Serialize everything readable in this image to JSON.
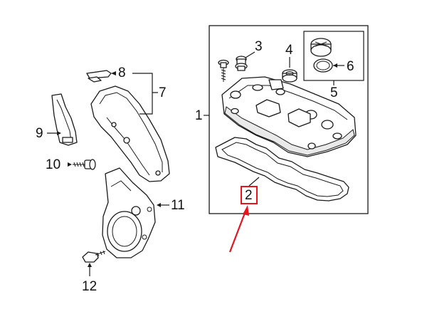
{
  "diagram": {
    "callouts": {
      "c1": "1",
      "c2": "2",
      "c3": "3",
      "c4": "4",
      "c5": "5",
      "c6": "6",
      "c7": "7",
      "c8": "8",
      "c9": "9",
      "c10": "10",
      "c11": "11",
      "c12": "12"
    },
    "highlight_color": "#e8141c",
    "highlighted_callout": "2"
  }
}
